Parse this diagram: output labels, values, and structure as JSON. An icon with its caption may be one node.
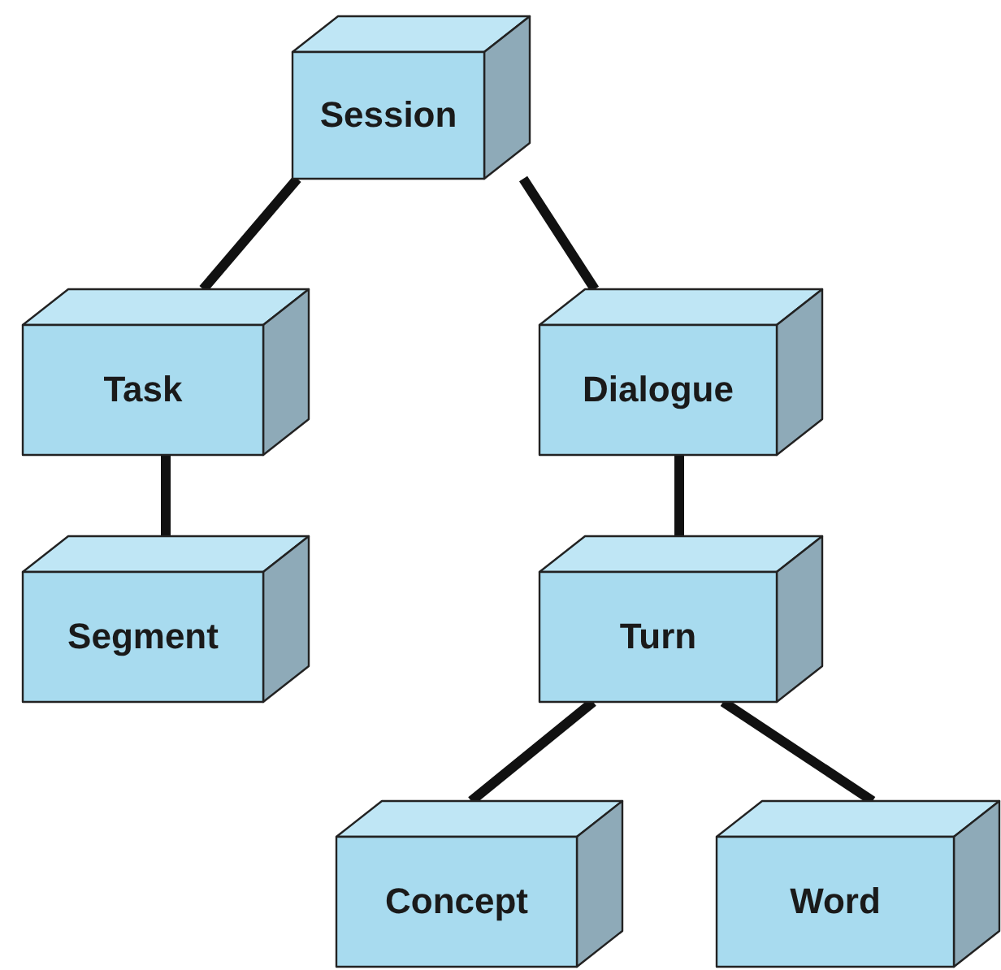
{
  "diagram": {
    "nodes": [
      {
        "text": [
          "Session"
        ]
      },
      {
        "text": [
          "Task"
        ]
      },
      {
        "text": [
          "Dialogue"
        ]
      },
      {
        "text": [
          "Segment"
        ]
      },
      {
        "text": [
          "Turn"
        ]
      },
      {
        "text": [
          "Concept"
        ]
      },
      {
        "text": [
          "Word"
        ]
      }
    ],
    "edges": [
      {
        "from": 0,
        "to": 1,
        "arrow": "none"
      },
      {
        "from": 0,
        "to": 2,
        "arrow": "none"
      },
      {
        "from": 1,
        "to": 3,
        "arrow": "none"
      },
      {
        "from": 2,
        "to": 4,
        "arrow": "none"
      },
      {
        "from": 4,
        "to": 5,
        "arrow": "none"
      },
      {
        "from": 4,
        "to": 6,
        "arrow": "none"
      }
    ]
  }
}
